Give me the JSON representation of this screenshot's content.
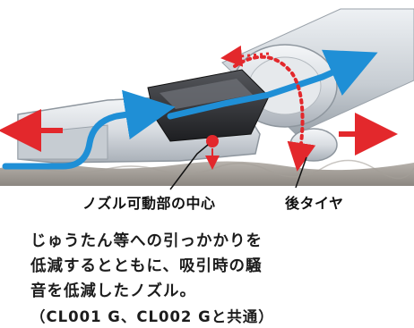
{
  "labels": {
    "pivot_center": "ノズル可動部の中心",
    "rear_tire": "後タイヤ"
  },
  "description": {
    "line1": "じゅうたん等への引っかかりを",
    "line2": "低減するとともに、吸引時の騒",
    "line3": "音を低減したノズル。",
    "line4": "（CL001 G、CL002 Gと共通）"
  },
  "colors": {
    "airflow_arrow": "#1f8fd6",
    "motion_arrow": "#e3282c",
    "pivot_marker": "#e3282c",
    "nozzle_shell": "#d8dde2",
    "nozzle_dark": "#2e2f33",
    "carpet": "#9a9590"
  },
  "icons": [
    "airflow-arrow",
    "motion-arrow",
    "pivot-dot-icon",
    "rotation-arc-arrow"
  ]
}
